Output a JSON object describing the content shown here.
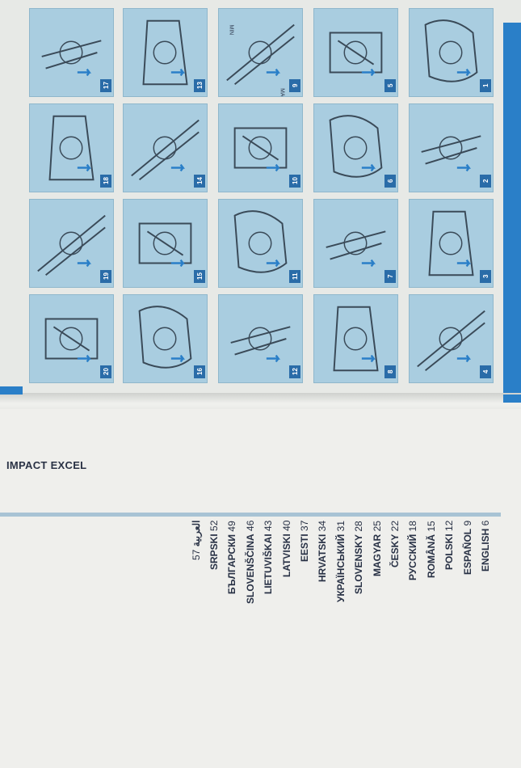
{
  "document": {
    "title": "IMPACT EXCEL",
    "contents": [
      {
        "lang": "ENGLISH",
        "page": "6"
      },
      {
        "lang": "ESPAÑOL",
        "page": "9"
      },
      {
        "lang": "POLSKI",
        "page": "12"
      },
      {
        "lang": "ROMÂNĂ",
        "page": "15"
      },
      {
        "lang": "РУССКИЙ",
        "page": "18"
      },
      {
        "lang": "ČESKY",
        "page": "22"
      },
      {
        "lang": "MAGYAR",
        "page": "25"
      },
      {
        "lang": "SLOVENSKY",
        "page": "28"
      },
      {
        "lang": "УКРАЇНСЬКИЙ",
        "page": "31"
      },
      {
        "lang": "HRVATSKI",
        "page": "34"
      },
      {
        "lang": "EESTI",
        "page": "37"
      },
      {
        "lang": "LATVISKI",
        "page": "40"
      },
      {
        "lang": "LIETUVIŠKAI",
        "page": "43"
      },
      {
        "lang": "SLOVENŠČINA",
        "page": "46"
      },
      {
        "lang": "БЪЛГАРСКИ",
        "page": "49"
      },
      {
        "lang": "SRPSKI",
        "page": "52"
      },
      {
        "lang": "العربية",
        "page": "57"
      }
    ]
  },
  "illustrations": {
    "panels": [
      {
        "number": "1"
      },
      {
        "number": "2"
      },
      {
        "number": "3"
      },
      {
        "number": "4"
      },
      {
        "number": "5"
      },
      {
        "number": "6"
      },
      {
        "number": "7"
      },
      {
        "number": "8"
      },
      {
        "number": "9",
        "dial_labels": {
          "min": "MIN",
          "max": "MAX"
        }
      },
      {
        "number": "10"
      },
      {
        "number": "11"
      },
      {
        "number": "12"
      },
      {
        "number": "13"
      },
      {
        "number": "14"
      },
      {
        "number": "15"
      },
      {
        "number": "16"
      },
      {
        "number": "17"
      },
      {
        "number": "18"
      },
      {
        "number": "19"
      },
      {
        "number": "20"
      }
    ]
  },
  "colors": {
    "accent_blue": "#2a7fc8",
    "panel_blue": "#a9cde0",
    "number_badge": "#2a6ca8",
    "text": "#283145"
  }
}
